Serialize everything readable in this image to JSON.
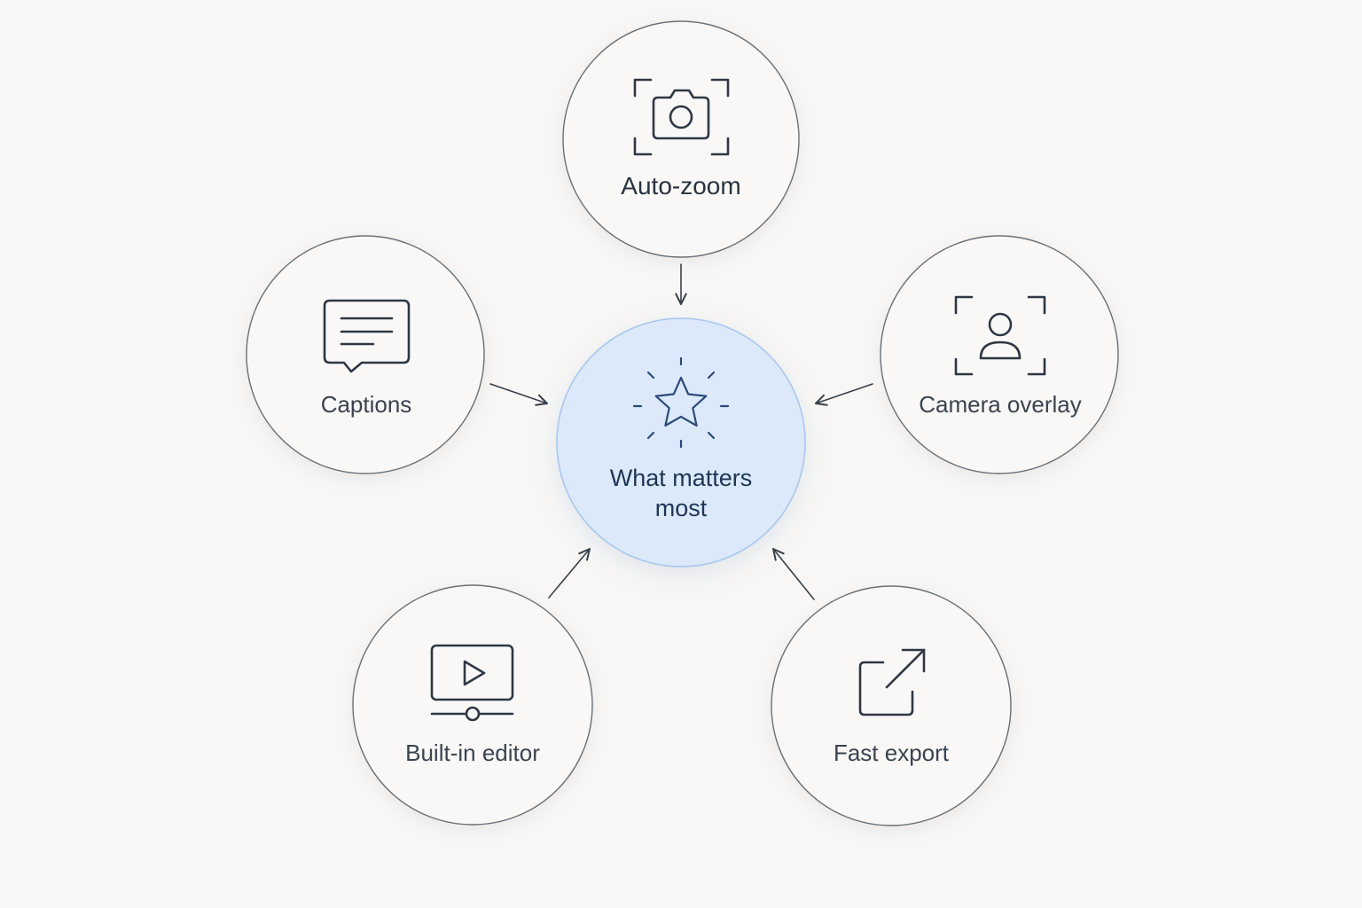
{
  "center": {
    "label_line1": "What matters",
    "label_line2": "most",
    "icon": "star-icon",
    "fill_color": "#dbe9fb",
    "stroke_color": "#a9c7ee"
  },
  "nodes": [
    {
      "id": "auto-zoom",
      "label": "Auto-zoom",
      "icon": "camera-focus-icon"
    },
    {
      "id": "captions",
      "label": "Captions",
      "icon": "speech-bubble-icon"
    },
    {
      "id": "camera-overlay",
      "label": "Camera overlay",
      "icon": "person-focus-icon"
    },
    {
      "id": "built-in-editor",
      "label": "Built-in editor",
      "icon": "video-player-icon"
    },
    {
      "id": "fast-export",
      "label": "Fast export",
      "icon": "export-arrow-icon"
    }
  ]
}
